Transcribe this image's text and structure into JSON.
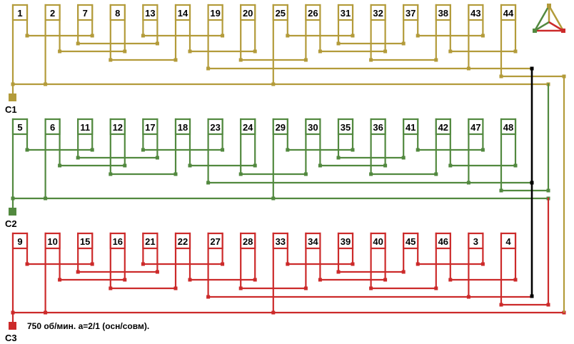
{
  "title": "Winding diagram",
  "caption": "750 об/мин. a=2/1 (осн/совм).",
  "colors": {
    "phase1": "#b39b3a",
    "phase2": "#52893f",
    "phase3": "#cc2a2a",
    "star": "#000000"
  },
  "phases": [
    {
      "terminal": "C1",
      "coils": [
        "1",
        "2",
        "7",
        "8",
        "13",
        "14",
        "19",
        "20",
        "25",
        "26",
        "31",
        "32",
        "37",
        "38",
        "43",
        "44"
      ]
    },
    {
      "terminal": "C2",
      "coils": [
        "5",
        "6",
        "11",
        "12",
        "17",
        "18",
        "23",
        "24",
        "29",
        "30",
        "35",
        "36",
        "41",
        "42",
        "47",
        "48"
      ]
    },
    {
      "terminal": "C3",
      "coils": [
        "9",
        "10",
        "15",
        "16",
        "21",
        "22",
        "27",
        "28",
        "33",
        "34",
        "39",
        "40",
        "45",
        "46",
        "3",
        "4"
      ]
    }
  ],
  "legend_icon": "phase-triangle-icon"
}
